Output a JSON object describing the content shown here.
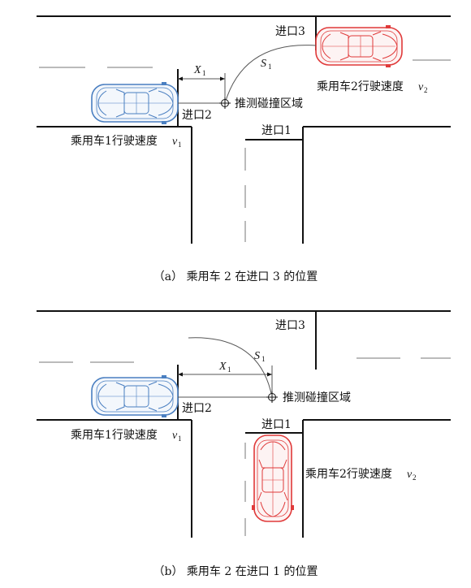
{
  "panel_a": {
    "entrance_3": "进口3",
    "entrance_2": "进口2",
    "entrance_1": "进口1",
    "x_label": "X",
    "x_sub": "1",
    "s_label": "S",
    "s_sub": "1",
    "collision_zone": "推测碰撞区域",
    "car1_text": "乘用车1行驶速度",
    "car1_var": "v",
    "car1_sub": "1",
    "car2_text": "乘用车2行驶速度",
    "car2_var": "v",
    "car2_sub": "2",
    "caption": "（a） 乘用车 2 在进口 3 的位置"
  },
  "panel_b": {
    "entrance_3": "进口3",
    "entrance_2": "进口2",
    "entrance_1": "进口1",
    "x_label": "X",
    "x_sub": "1",
    "s_label": "S",
    "s_sub": "1",
    "collision_zone": "推测碰撞区域",
    "car1_text": "乘用车1行驶速度",
    "car1_var": "v",
    "car1_sub": "1",
    "car2_text": "乘用车2行驶速度",
    "car2_var": "v",
    "car2_sub": "2",
    "caption": "（b） 乘用车 2 在进口 1 的位置"
  },
  "colors": {
    "car1": "#4a7fc1",
    "car2": "#e03a3a",
    "line": "#111111"
  }
}
